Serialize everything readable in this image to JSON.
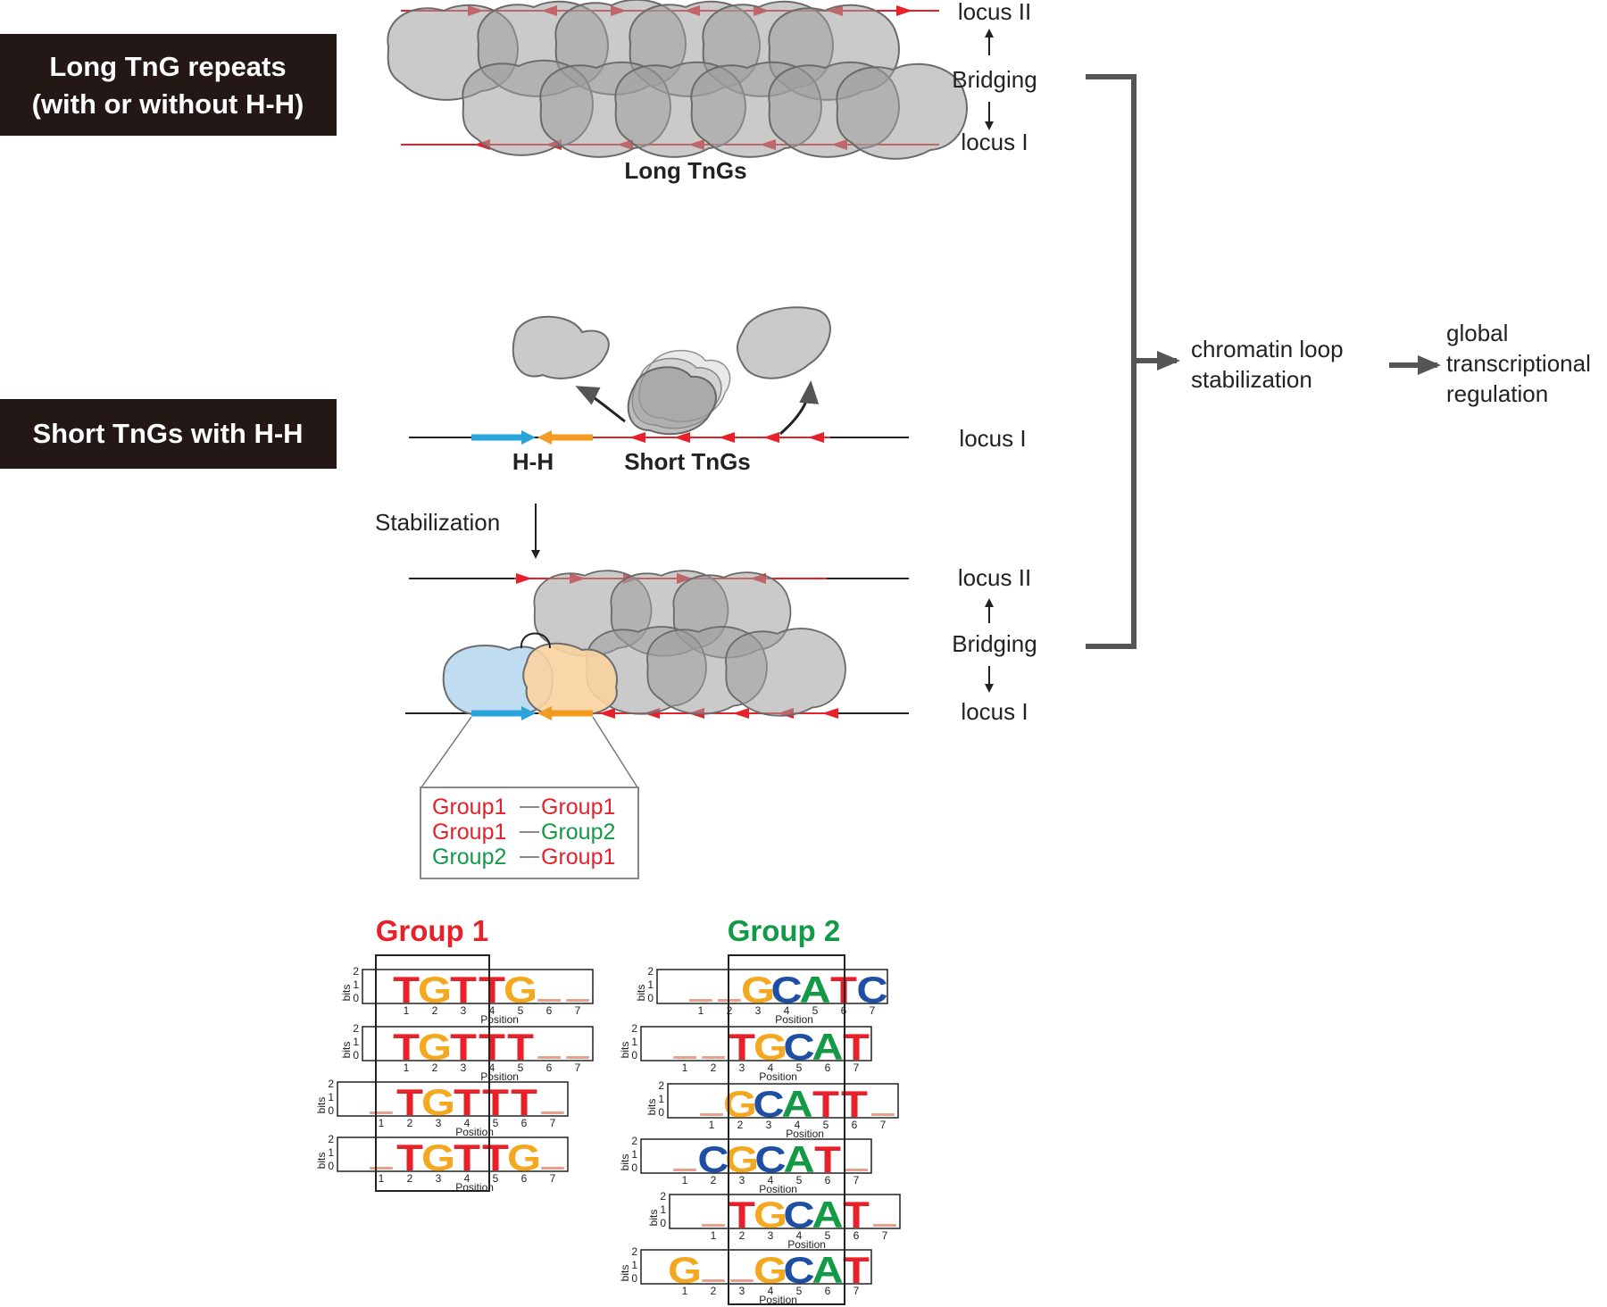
{
  "headers": {
    "long": [
      "Long TnG repeats",
      "(with or without H-H)"
    ],
    "short": "Short TnGs with H-H"
  },
  "labels": {
    "locus2": "locus II",
    "locus1": "locus I",
    "bridging": "Bridging",
    "long_tngs": "Long TnGs",
    "short_tngs": "Short TnGs",
    "hh": "H-H",
    "stabilization": "Stabilization",
    "chromatin": [
      "chromatin loop",
      "stabilization"
    ],
    "global": [
      "global",
      "transcriptional",
      "regulation"
    ]
  },
  "pairs": [
    {
      "left": "Group1",
      "right": "Group1",
      "left_color": "#e8202a",
      "right_color": "#e8202a"
    },
    {
      "left": "Group1",
      "right": "Group2",
      "left_color": "#e8202a",
      "right_color": "#129a46"
    },
    {
      "left": "Group2",
      "right": "Group1",
      "left_color": "#129a46",
      "right_color": "#e8202a"
    }
  ],
  "groups": {
    "group1": "Group 1",
    "group2": "Group 2",
    "group1_color": "#e8202a",
    "group2_color": "#129a46"
  },
  "axis": {
    "bits": "bits",
    "position": "Position",
    "ticks": [
      "0",
      "1",
      "2"
    ],
    "positions": [
      "1",
      "2",
      "3",
      "4",
      "5",
      "6",
      "7"
    ]
  },
  "colors": {
    "strand": "#e8202a",
    "hh_left": "#29a3dc",
    "hh_right": "#f39a22",
    "blob_gray": "#9e9e9e",
    "blob_blue": "#b8d8ef",
    "blob_orange": "#f9d3a0",
    "header_bg": "#231815",
    "base_T": "#e8202a",
    "base_G": "#f3a81f",
    "base_C": "#1e4fa3",
    "base_A": "#129a46"
  },
  "motifs": {
    "group1": [
      [
        "",
        "T",
        "G",
        "T",
        "T",
        "G",
        "",
        ""
      ],
      [
        "",
        "T",
        "G",
        "T",
        "T",
        "T",
        "",
        ""
      ],
      [
        "",
        "",
        "T",
        "G",
        "T",
        "T",
        "T",
        ""
      ],
      [
        "",
        "",
        "T",
        "G",
        "T",
        "T",
        "G",
        ""
      ]
    ],
    "group2": [
      [
        "",
        "",
        "",
        "G",
        "C",
        "A",
        "T",
        "C"
      ],
      [
        "",
        "",
        "",
        "T",
        "G",
        "C",
        "A",
        "T"
      ],
      [
        "",
        "",
        "G",
        "C",
        "A",
        "T",
        "T",
        ""
      ],
      [
        "",
        "",
        "C",
        "G",
        "C",
        "A",
        "T",
        ""
      ],
      [
        "",
        "",
        "T",
        "G",
        "C",
        "A",
        "T",
        ""
      ],
      [
        "",
        "G",
        "",
        "",
        "G",
        "C",
        "A",
        "T"
      ]
    ]
  }
}
